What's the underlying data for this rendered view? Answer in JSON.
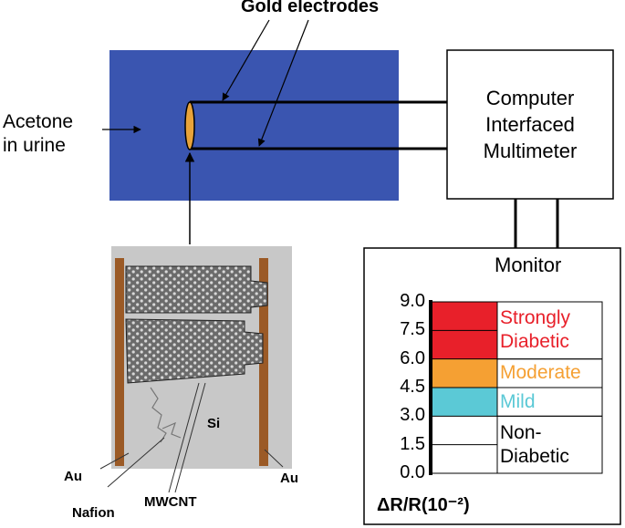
{
  "title": "Gold electrodes",
  "sample_label": "Acetone\nin urine",
  "instrument_label": "Computer\nInterfaced\nMultimeter",
  "monitor_label": "Monitor",
  "sensor": {
    "substrate_label": "Si",
    "electrode_left_label": "Au",
    "electrode_right_label": "Au",
    "polymer_label": "Nafion",
    "nanotube_label": "MWCNT"
  },
  "colors": {
    "vessel_blue": "#3a55b0",
    "strongly": "#e8202a",
    "moderate": "#f5a033",
    "mild": "#5bc9d6",
    "electrode_gold": "#e8a33a",
    "au_strip": "#9b5a26"
  },
  "chart_data": {
    "type": "table",
    "ylabel": "ΔR/R(10⁻²)",
    "ylim": [
      0,
      9
    ],
    "ticks": [
      "9.0",
      "7.5",
      "6.0",
      "4.5",
      "3.0",
      "1.5",
      "0.0"
    ],
    "zones": [
      {
        "name": "Strongly\nDiabetic",
        "from": 6.0,
        "to": 9.0,
        "color": "#e8202a"
      },
      {
        "name": "Moderate",
        "from": 4.5,
        "to": 6.0,
        "color": "#f5a033"
      },
      {
        "name": "Mild",
        "from": 3.0,
        "to": 4.5,
        "color": "#5bc9d6"
      },
      {
        "name": "Non-\nDiabetic",
        "from": 0.0,
        "to": 3.0,
        "color": "#ffffff"
      }
    ]
  }
}
